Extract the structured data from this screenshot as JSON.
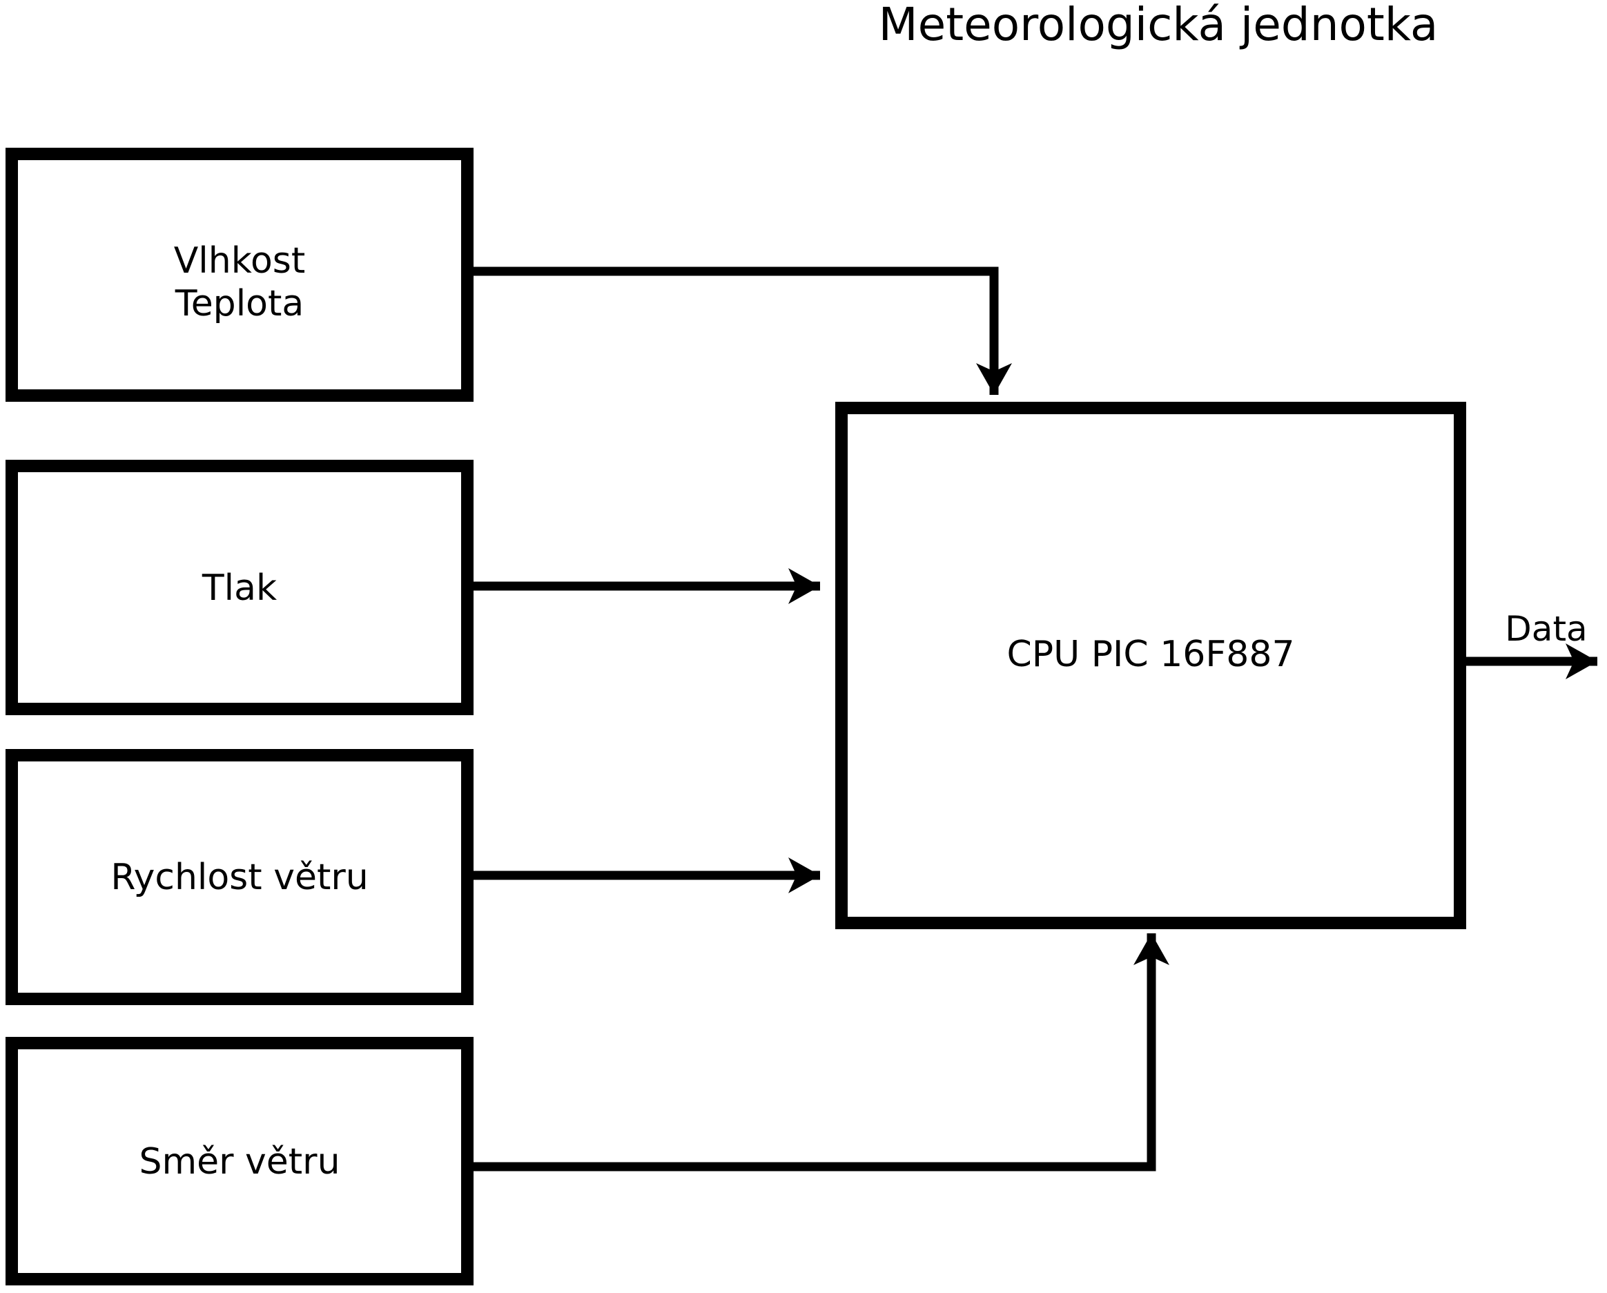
{
  "diagram": {
    "title": "Meteorologická jednotka",
    "colors": {
      "background": "#ffffff",
      "line": "#000000",
      "text": "#000000",
      "node_fill": "#ffffff"
    },
    "nodes": {
      "humidity_temperature": {
        "label_lines": [
          "Vlhkost",
          "Teplota"
        ]
      },
      "pressure": {
        "label": "Tlak"
      },
      "wind_speed": {
        "label": "Rychlost větru"
      },
      "wind_direction": {
        "label": "Směr větru"
      },
      "cpu": {
        "label": "CPU PIC 16F887"
      }
    },
    "output": {
      "label": "Data"
    },
    "edges": [
      {
        "from": "Vlhkost/Teplota",
        "to": "CPU PIC 16F887",
        "enters": "top"
      },
      {
        "from": "Tlak",
        "to": "CPU PIC 16F887",
        "enters": "left"
      },
      {
        "from": "Rychlost větru",
        "to": "CPU PIC 16F887",
        "enters": "left"
      },
      {
        "from": "Směr větru",
        "to": "CPU PIC 16F887",
        "enters": "bottom"
      },
      {
        "from": "CPU PIC 16F887",
        "to": "Data",
        "exits": "right"
      }
    ]
  }
}
